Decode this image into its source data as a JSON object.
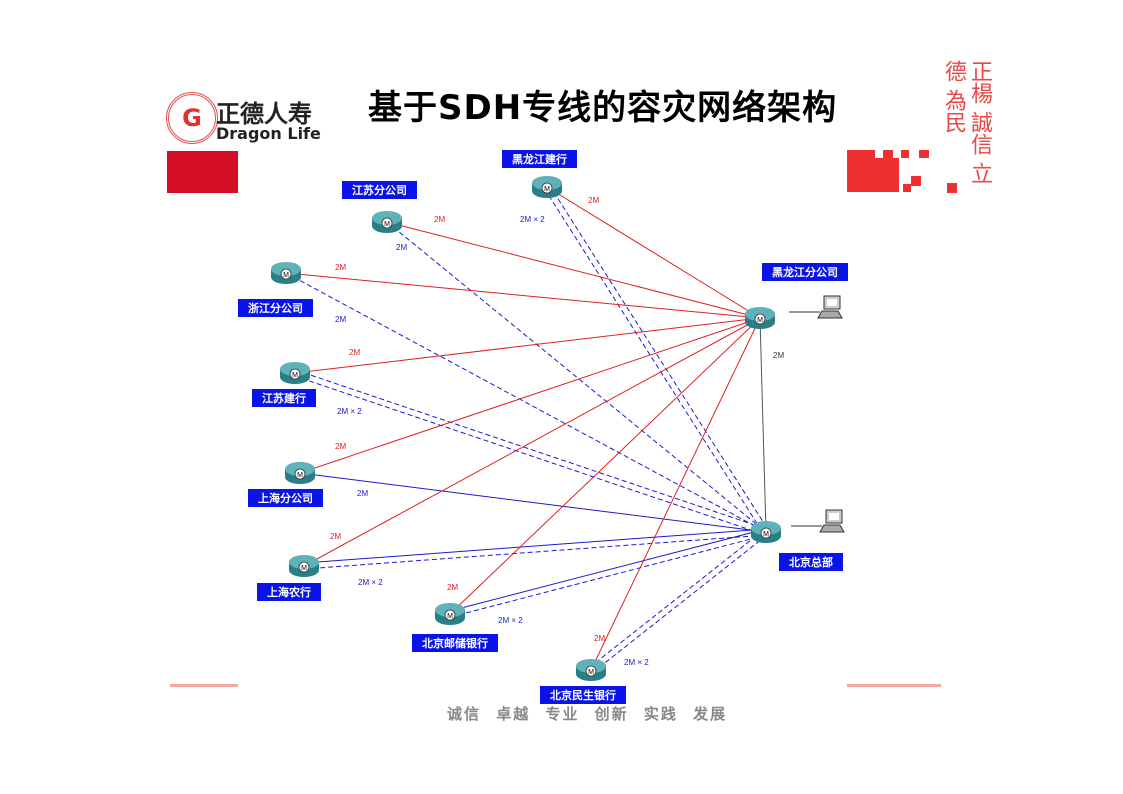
{
  "title": "基于SDH专线的容灾网络架构",
  "logo": {
    "cn": "正德人寿",
    "en": "Dragon Life",
    "mark": "G"
  },
  "seal_text": "正楊 誠信 立德 為民",
  "footer": "诚信 卓越 专业 创新 实践 发展",
  "colors": {
    "primary_link": "#e02020",
    "backup_link": "#1a1ad0",
    "trunk": "#555555",
    "label_bg": "#0a14e8"
  },
  "hubs": [
    {
      "id": "hlj",
      "label": "黑龙江分公司"
    },
    {
      "id": "bj",
      "label": "北京总部"
    }
  ],
  "hub_link": {
    "label": "2M"
  },
  "sites": [
    {
      "id": "hljjh",
      "label": "黑龙江建行",
      "red": "2M",
      "blue": "2M × 2",
      "blue_style": "double-dashed"
    },
    {
      "id": "jsfgs",
      "label": "江苏分公司",
      "red": "2M",
      "blue": "2M",
      "blue_style": "dashed"
    },
    {
      "id": "zjfgs",
      "label": "浙江分公司",
      "red": "2M",
      "blue": "2M",
      "blue_style": "dashed"
    },
    {
      "id": "jsjh",
      "label": "江苏建行",
      "red": "2M",
      "blue": "2M × 2",
      "blue_style": "double-dashed"
    },
    {
      "id": "shfgs",
      "label": "上海分公司",
      "red": "2M",
      "blue": "2M",
      "blue_style": "solid"
    },
    {
      "id": "shnh",
      "label": "上海农行",
      "red": "2M",
      "blue": "2M × 2",
      "blue_style": "double"
    },
    {
      "id": "bjyc",
      "label": "北京邮储银行",
      "red": "2M",
      "blue": "2M × 2",
      "blue_style": "double"
    },
    {
      "id": "bjms",
      "label": "北京民生银行",
      "red": "2M",
      "blue": "2M × 2",
      "blue_style": "double-dashed"
    }
  ]
}
